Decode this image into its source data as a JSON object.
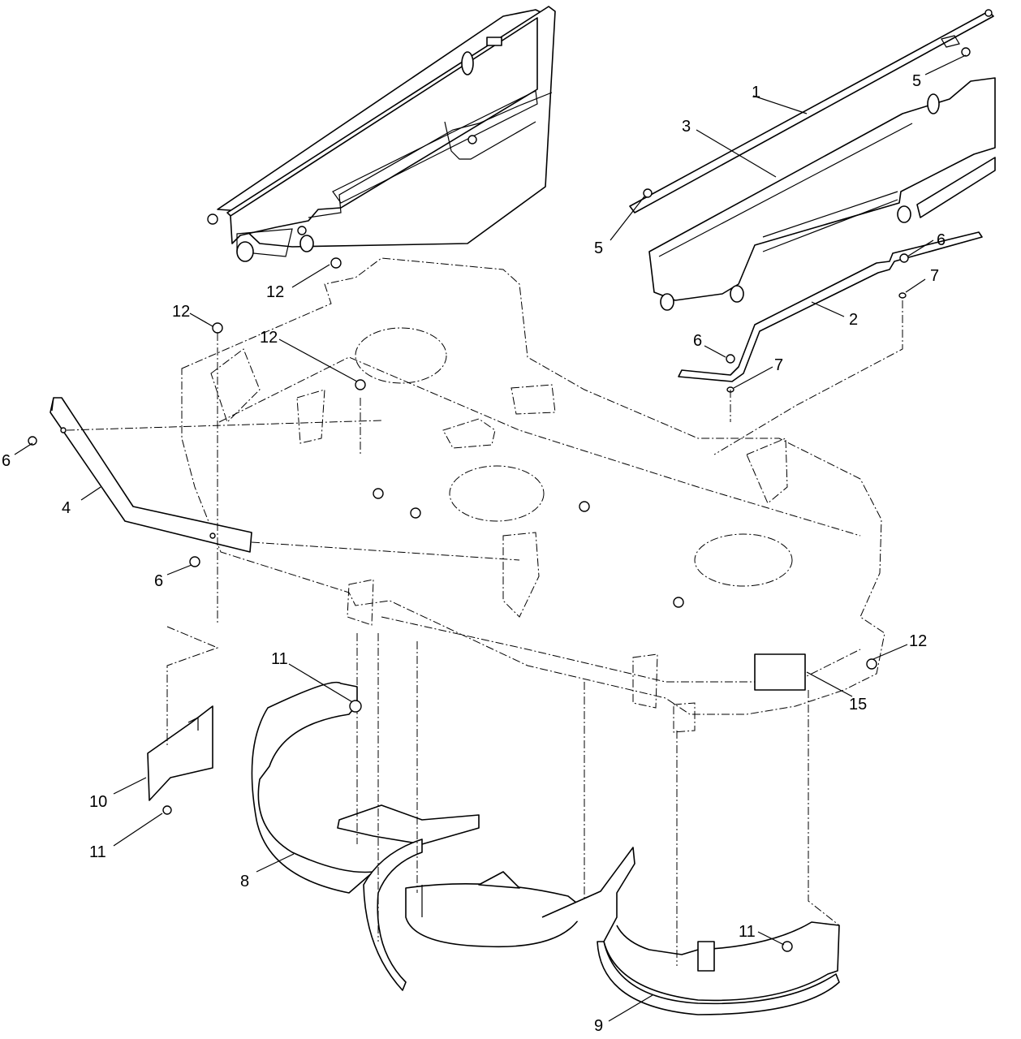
{
  "callouts": [
    {
      "id": "c1",
      "label": "1"
    },
    {
      "id": "c2",
      "label": "2"
    },
    {
      "id": "c3",
      "label": "3"
    },
    {
      "id": "c4",
      "label": "4"
    },
    {
      "id": "c5a",
      "label": "5"
    },
    {
      "id": "c5b",
      "label": "5"
    },
    {
      "id": "c6a",
      "label": "6"
    },
    {
      "id": "c6b",
      "label": "6"
    },
    {
      "id": "c6c",
      "label": "6"
    },
    {
      "id": "c6d",
      "label": "6"
    },
    {
      "id": "c7a",
      "label": "7"
    },
    {
      "id": "c7b",
      "label": "7"
    },
    {
      "id": "c8",
      "label": "8"
    },
    {
      "id": "c9",
      "label": "9"
    },
    {
      "id": "c10",
      "label": "10"
    },
    {
      "id": "c11a",
      "label": "11"
    },
    {
      "id": "c11b",
      "label": "11"
    },
    {
      "id": "c11c",
      "label": "11"
    },
    {
      "id": "c12a",
      "label": "12"
    },
    {
      "id": "c12b",
      "label": "12"
    },
    {
      "id": "c12c",
      "label": "12"
    },
    {
      "id": "c12d",
      "label": "12"
    },
    {
      "id": "c15",
      "label": "15"
    }
  ]
}
